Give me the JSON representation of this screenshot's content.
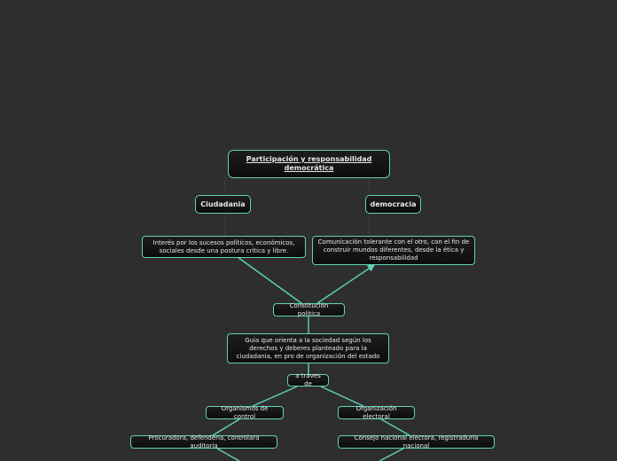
{
  "nodes": {
    "root": "Participación y responsabilidad democrática",
    "ciudadania": "Ciudadania",
    "democracia": "democracia",
    "interes": "Interés por los sucesos políticos, económicos, sociales desde una postura crítica y libre.",
    "comunicacion": "Comunicación tolerante con el otro, con el fin de construir mundos diferentes, desde la ética y responsabilidad",
    "constitucion": "Constitución politica",
    "guia": "Guia que orienta a la sociedad según los derechos y deberes planteado para la ciudadania, en pro de organización del estado",
    "atraves": "a traves de",
    "organismos": "Organismos de control",
    "electoral": "Organización electoral",
    "procuradora": "Procuradora, defenderia, controlara auditoria",
    "consejo": "Consejo nacional electora, registraduria nacional"
  },
  "colors": {
    "border": "#5fd3b8",
    "background": "#2e2e2e"
  }
}
